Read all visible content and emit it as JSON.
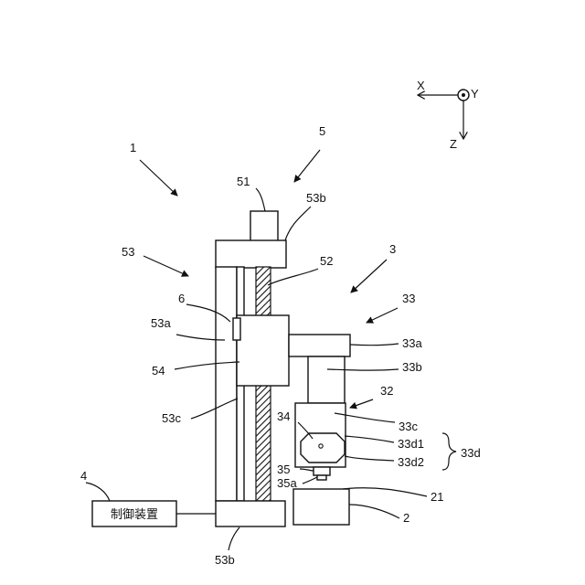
{
  "axes": {
    "x": "X",
    "y": "Y",
    "z": "Z"
  },
  "labels": {
    "l1": "1",
    "l5": "5",
    "l51": "51",
    "l53b_top": "53b",
    "l53": "53",
    "l52": "52",
    "l3": "3",
    "l6": "6",
    "l33": "33",
    "l53a": "53a",
    "l33a": "33a",
    "l54": "54",
    "l33b": "33b",
    "l32": "32",
    "l53c": "53c",
    "l33c": "33c",
    "l34": "34",
    "l33d1": "33d1",
    "l33d2": "33d2",
    "l33d": "33d",
    "l35": "35",
    "l35a": "35a",
    "l4": "4",
    "l21": "21",
    "l2": "2",
    "l53b_bottom": "53b"
  },
  "control_box": {
    "text": "制御装置"
  },
  "colors": {
    "line": "#111111",
    "background": "#ffffff"
  }
}
